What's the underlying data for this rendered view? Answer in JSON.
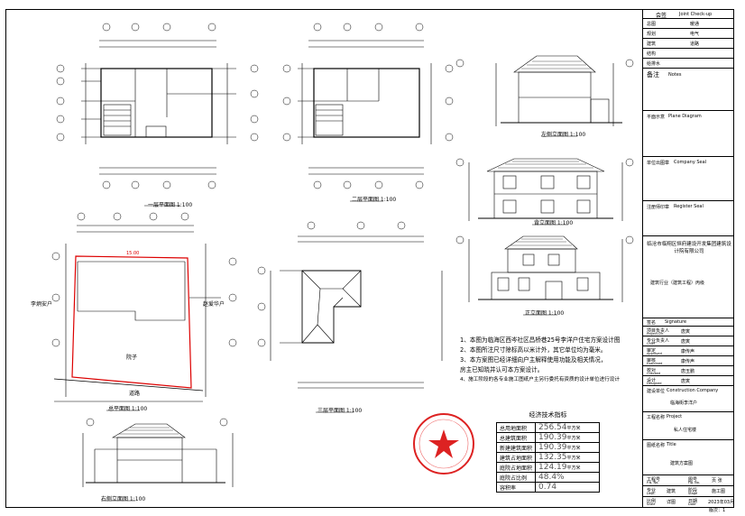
{
  "views": {
    "floor1": "一层平面图 1:100",
    "floor2": "二层平面图 1:100",
    "site": "总平面图 1:100",
    "roof": "三层平面图 1:100",
    "left_elev": "左侧立面图 1:100",
    "rear_elev": "背立面图 1:100",
    "front_elev": "正立面图 1:100",
    "right_elev": "右侧立面图 1:100"
  },
  "site": {
    "neighbor_left": "李炳安户",
    "neighbor_right": "赵爱华户",
    "yard": "院子",
    "road": "道路",
    "dim_top": "15.00"
  },
  "notes": [
    "1、本图为临海区西岑社区昌桥巷25号李洋户住宅方案设计图",
    "2、本图所注尺寸除标高以米计外，其它单位均为毫米。",
    "3、本方案图已经详细向户主解释使用功能及相关情况，",
    "   房主已知晓并认可本方案设计。",
    "4、施工阶段的各专业施工图纸户主另行委托有资质的设计单位进行设计"
  ],
  "eco": {
    "title": "经济技术指标",
    "rows": [
      {
        "label": "总用地面积",
        "value": "256.54",
        "unit": "平方米"
      },
      {
        "label": "总建筑面积",
        "value": "190.39",
        "unit": "平方米"
      },
      {
        "label": "新建建筑面积",
        "value": "190.39",
        "unit": "平方米"
      },
      {
        "label": "建筑占地面积",
        "value": "132.35",
        "unit": "平方米"
      },
      {
        "label": "庭院占地面积",
        "value": "124.19",
        "unit": "平方米"
      },
      {
        "label": "庭院占比例",
        "value": "48.4%",
        "unit": ""
      },
      {
        "label": "容积率",
        "value": "0.74",
        "unit": ""
      }
    ]
  },
  "titleblock": {
    "countersign": "会签",
    "countersign_en": "Joint Check-up",
    "sign_rows": [
      [
        "总图",
        "",
        "暖通",
        ""
      ],
      [
        "规划",
        "",
        "电气",
        ""
      ],
      [
        "建筑",
        "",
        "道路",
        ""
      ],
      [
        "结构",
        "",
        "",
        ""
      ],
      [
        "给排水",
        "",
        "",
        ""
      ]
    ],
    "remark": "备注",
    "remark_en": "Notes",
    "plane_diagram": "平面示意",
    "plane_diagram_en": "Plane Diagram",
    "stamp_label": "单位出图章",
    "stamp_label_en": "Company Seal",
    "reg_stamp": "注册师印章",
    "reg_stamp_en": "Register Seal",
    "company": "临沧市临翔区恒府建设开发集团建筑设计院有限公司",
    "license": "建筑行业（建筑工程）丙级",
    "signature": "签名",
    "signature_en": "Signature",
    "roles": [
      {
        "role": "项目负责人",
        "en": "Project Dir.",
        "name": "唐寅"
      },
      {
        "role": "专业负责人",
        "en": "Chief",
        "name": "唐寅"
      },
      {
        "role": "审定",
        "en": "Approved",
        "name": "康传声"
      },
      {
        "role": "审核",
        "en": "Examined",
        "name": "康传声"
      },
      {
        "role": "校对",
        "en": "Checked",
        "name": "唐玉鹏"
      },
      {
        "role": "设计",
        "en": "Designed",
        "name": "唐寅"
      }
    ],
    "client_label": "建设单位",
    "client_label_en": "Construction Company",
    "client": "临海街李洋户",
    "project_label": "工程名称",
    "project_label_en": "Project",
    "project": "私人住宅楼",
    "drawing_label": "图纸名称",
    "drawing_label_en": "Title",
    "drawing": "建筑方案图",
    "bottom": [
      {
        "k1": "工程号",
        "k1en": "P.N. No.",
        "v1": "",
        "k2": "图号",
        "k2en": "Fig. No.",
        "v2": "页 张"
      },
      {
        "k1": "专业",
        "k1en": "Dept.",
        "v1": "建筑",
        "k2": "阶段",
        "k2en": "Stage",
        "v2": "施工图"
      },
      {
        "k1": "比例",
        "k1en": "Scale",
        "v1": "详图",
        "k2": "日期",
        "k2en": "Date",
        "v2": "2023年03月"
      }
    ],
    "page": "版次：1"
  }
}
